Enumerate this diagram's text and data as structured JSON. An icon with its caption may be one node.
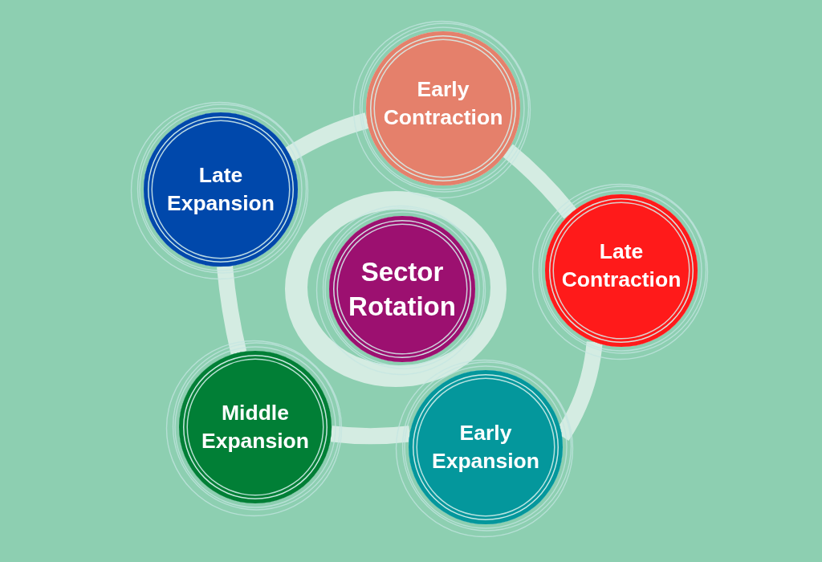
{
  "diagram": {
    "nodes": [
      {
        "text": [
          "Early Contraction"
        ]
      },
      {
        "text": [
          "Late Expansion"
        ]
      },
      {
        "text": [
          "Late Contraction"
        ]
      },
      {
        "text": [
          "Sector Rotation"
        ]
      },
      {
        "text": [
          "Middle Expansion"
        ]
      },
      {
        "text": [
          "Early Expansion"
        ]
      }
    ],
    "edges": [
      {
        "from": 5,
        "to": 4,
        "arrow": "none"
      },
      {
        "from": 4,
        "to": 1,
        "arrow": "none"
      },
      {
        "from": 1,
        "to": 0,
        "arrow": "none"
      },
      {
        "from": 0,
        "to": 2,
        "arrow": "none"
      },
      {
        "from": 2,
        "to": 5,
        "arrow": "none"
      }
    ]
  }
}
